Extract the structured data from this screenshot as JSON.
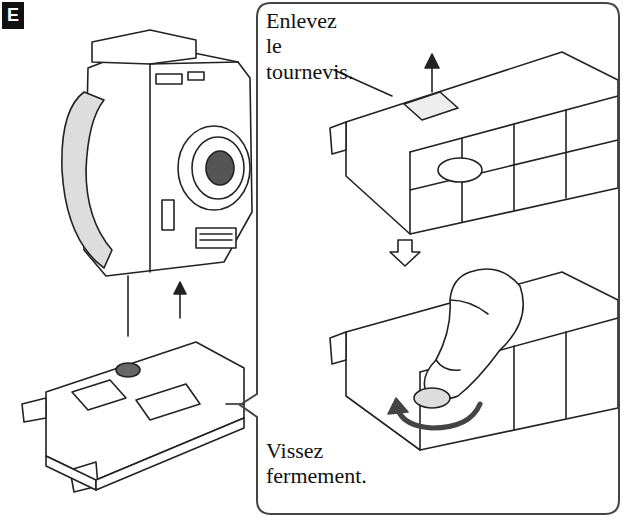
{
  "diagram": {
    "nodes": [
      {
        "text": [
          "E"
        ]
      },
      {
        "text": [
          "Enlevez le tournevis.",
          "Vissez fermement."
        ]
      }
    ]
  }
}
